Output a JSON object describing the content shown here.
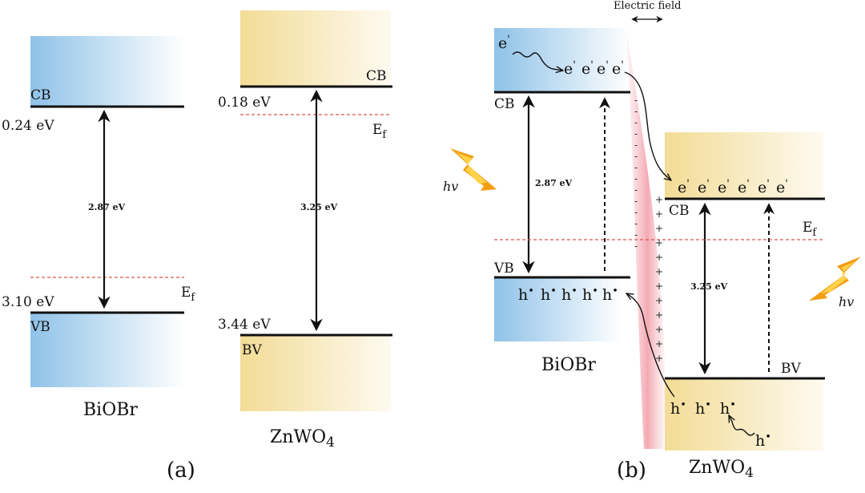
{
  "panel_a": {
    "label": "(a)",
    "biobr": {
      "name": "BiOBr",
      "cb_label": "CB",
      "cb_value": "0.24 eV",
      "vb_label": "VB",
      "vb_value": "3.10 eV",
      "gap": "2.87 eV",
      "fermi": "E",
      "fermi_sub": "f"
    },
    "znwo4": {
      "name_main": "ZnWO",
      "name_sub": "4",
      "cb_label": "CB",
      "cb_value": "0.18 eV",
      "vb_label": "BV",
      "vb_value": "3.44 eV",
      "gap": "3.25 eV",
      "fermi": "E",
      "fermi_sub": "f"
    }
  },
  "panel_b": {
    "label": "(b)",
    "electric_field": "Electric field",
    "light": "hv",
    "electron": "e",
    "electron_mark": "'",
    "hole": "h",
    "hole_mark": "•",
    "minus": "-",
    "plus": "+",
    "biobr": {
      "name": "BiOBr",
      "cb_label": "CB",
      "vb_label": "VB",
      "gap": "2.87 eV"
    },
    "znwo4": {
      "name_main": "ZnWO",
      "name_sub": "4",
      "cb_label": "CB",
      "vb_label": "BV",
      "gap": "3.25 eV",
      "fermi": "E",
      "fermi_sub": "f"
    }
  },
  "colors": {
    "biobr_fill": "#8fc2e8",
    "znwo4_fill": "#f6e3a6",
    "fermi_line": "#d9534f",
    "junction": "#f4a7b0",
    "flash_outer": "#f39c12",
    "flash_inner": "#ffd24a"
  }
}
